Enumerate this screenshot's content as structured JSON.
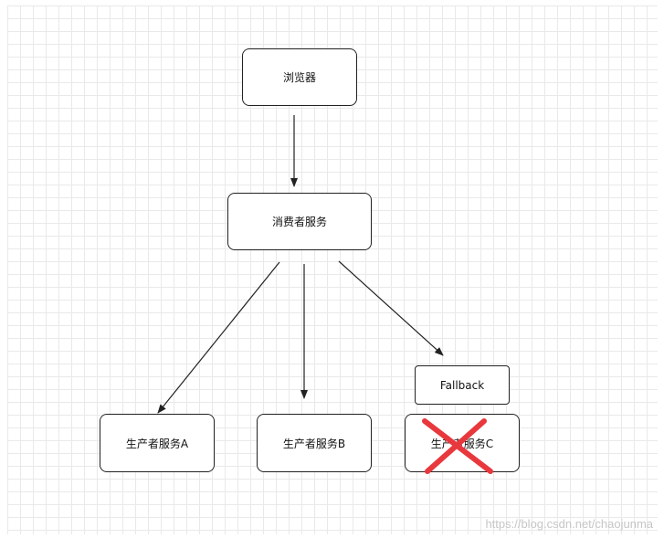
{
  "nodes": {
    "browser": {
      "label": "浏览器"
    },
    "consumer": {
      "label": "消费者服务"
    },
    "fallback": {
      "label": "Fallback"
    },
    "producer_a": {
      "label": "生产者服务A"
    },
    "producer_b": {
      "label": "生产者服务B"
    },
    "producer_c": {
      "label": "生产者服务C",
      "status": "failed"
    }
  },
  "edges": [
    {
      "from": "browser",
      "to": "consumer"
    },
    {
      "from": "consumer",
      "to": "producer_a"
    },
    {
      "from": "consumer",
      "to": "producer_b"
    },
    {
      "from": "consumer",
      "to": "fallback"
    }
  ],
  "colors": {
    "failure_mark": "#e8383d",
    "stroke": "#222222"
  },
  "watermark": "https://blog.csdn.net/chaojunma"
}
